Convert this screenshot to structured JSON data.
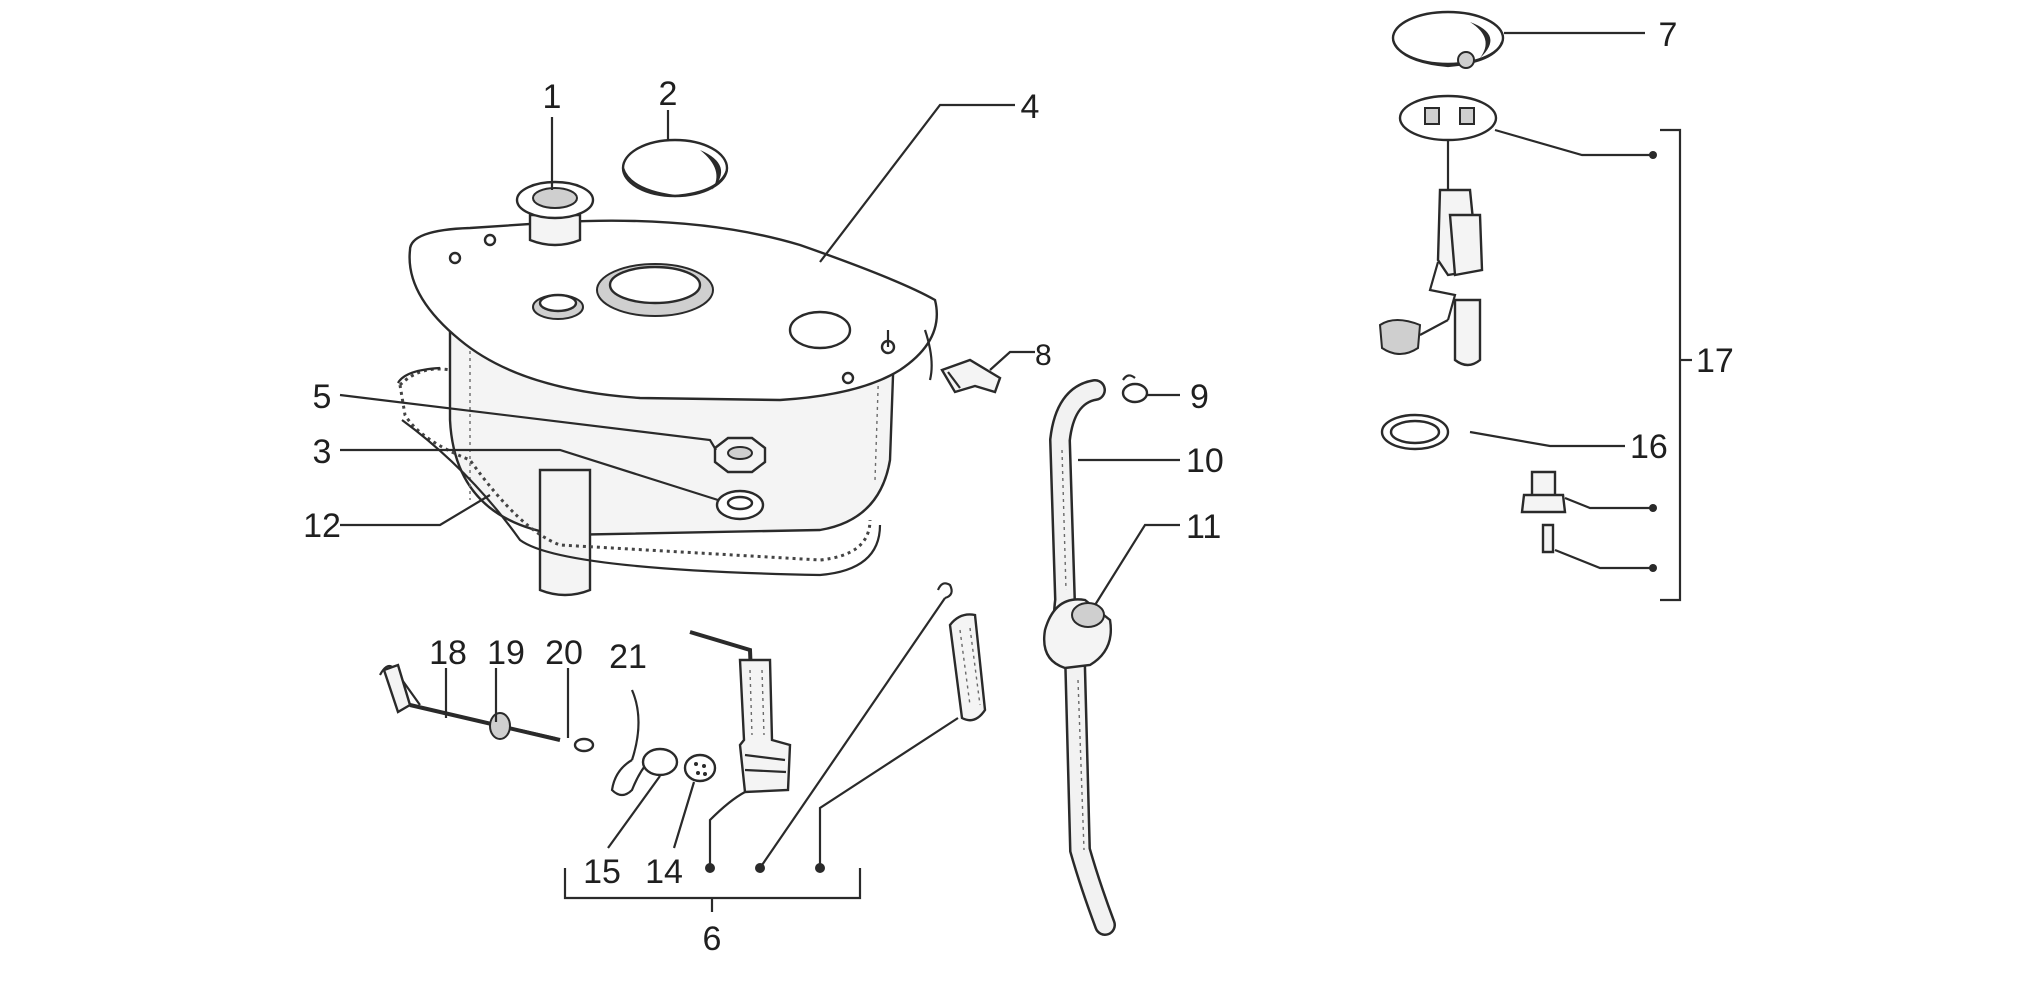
{
  "callouts": {
    "c1": "1",
    "c2": "2",
    "c3": "3",
    "c4": "4",
    "c5": "5",
    "c6": "6",
    "c7": "7",
    "c8": "8",
    "c9": "9",
    "c10": "10",
    "c11": "11",
    "c12": "12",
    "c14": "14",
    "c15": "15",
    "c16": "16",
    "c17": "17",
    "c18": "18",
    "c19": "19",
    "c20": "20",
    "c21": "21"
  }
}
